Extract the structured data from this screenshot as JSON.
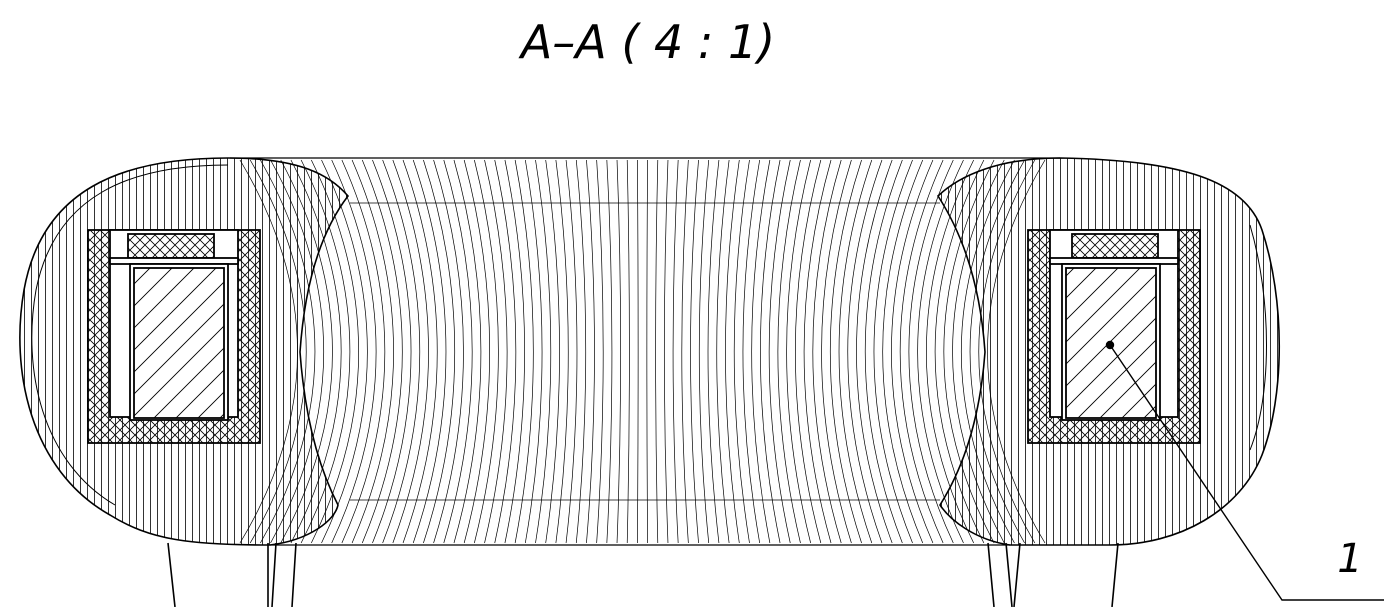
{
  "section_title": "A–A ( 4 : 1)",
  "callouts": [
    {
      "label": "1"
    }
  ],
  "colors": {
    "line": "#000000",
    "background": "#ffffff"
  },
  "hatch_patterns": [
    "vertical-lines",
    "cross-hatch",
    "diagonal-lines"
  ]
}
